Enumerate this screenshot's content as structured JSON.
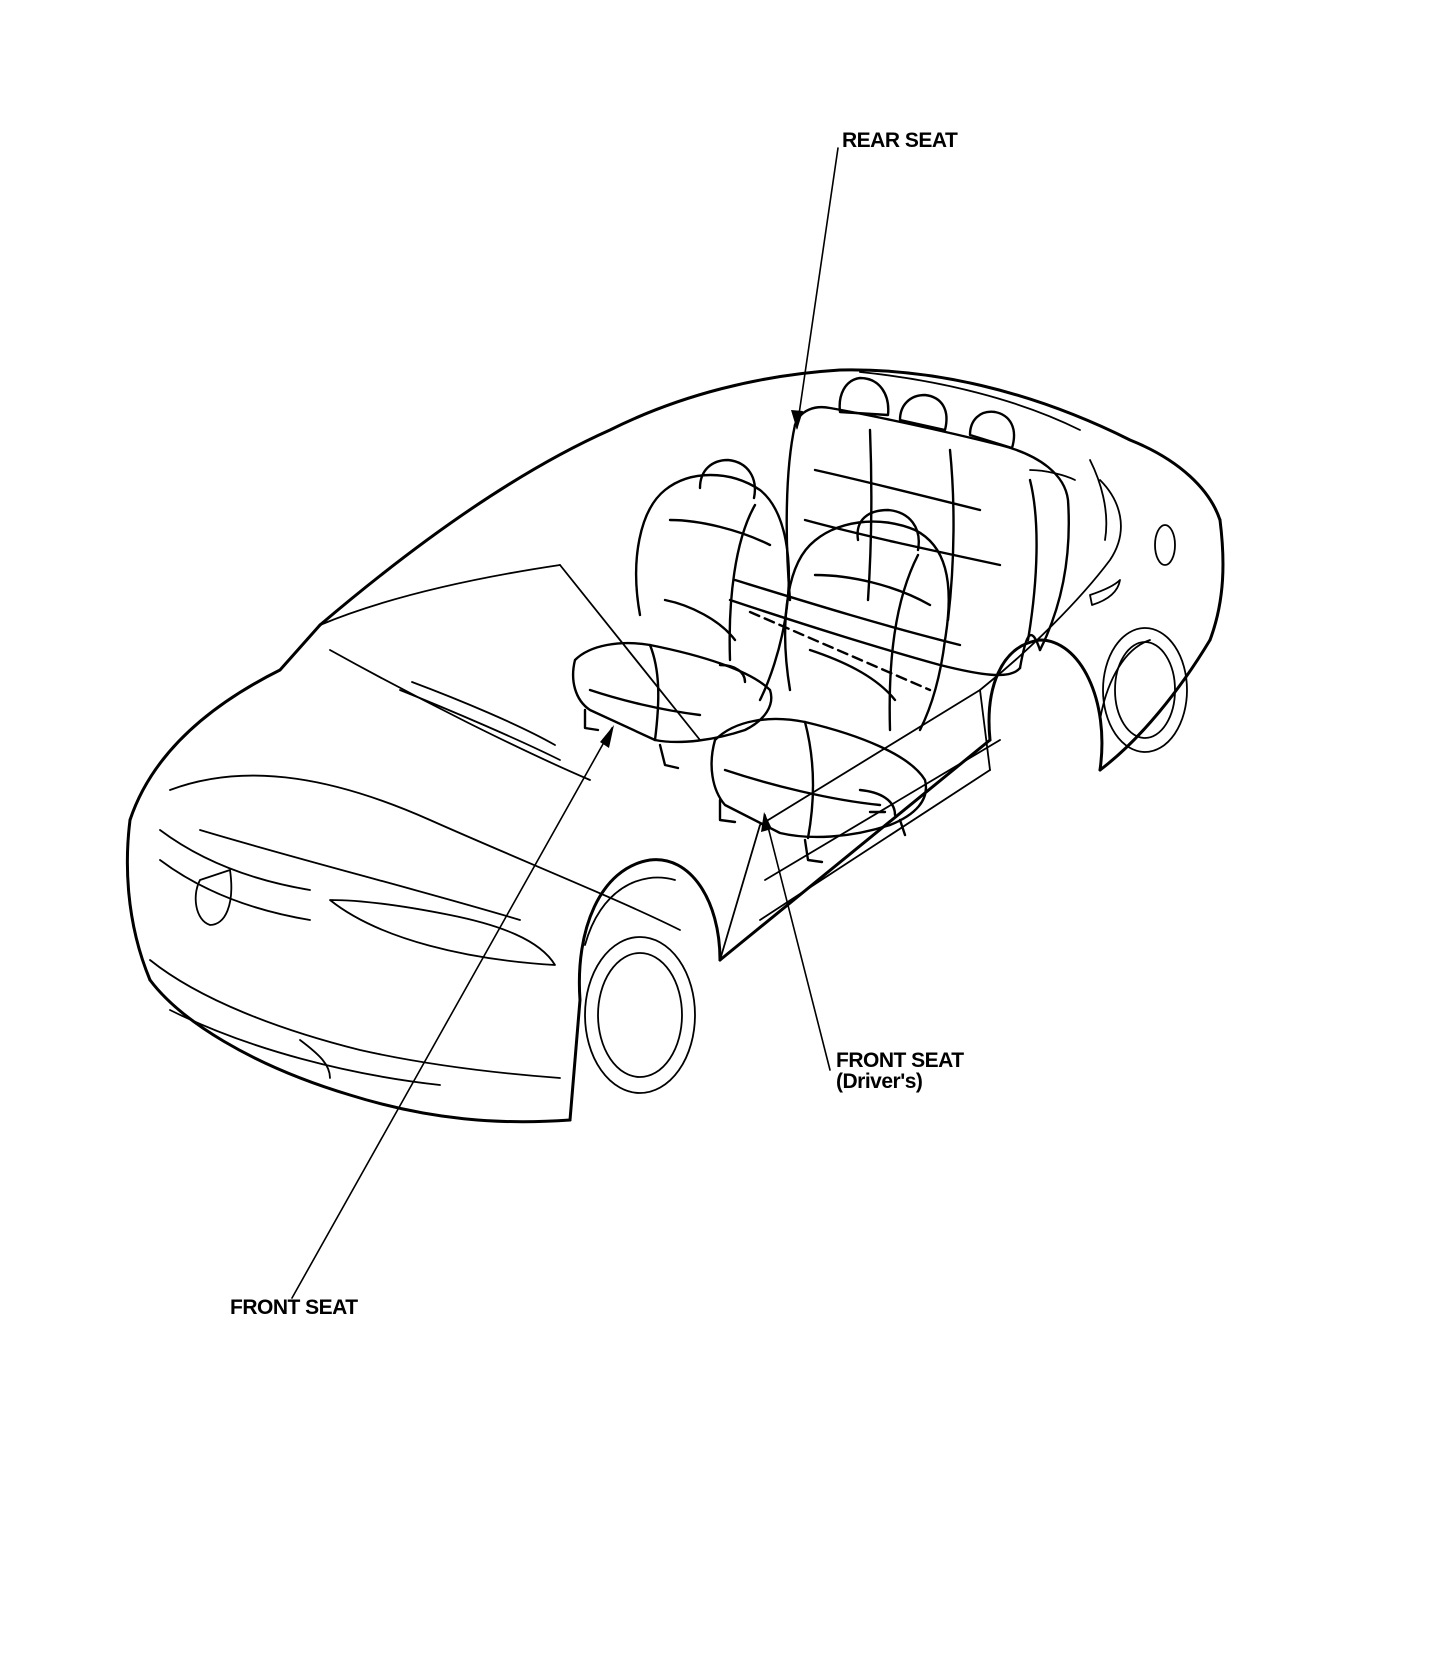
{
  "labels": {
    "rear_seat": "REAR SEAT",
    "front_seat_drivers_line1": "FRONT SEAT",
    "front_seat_drivers_line2": "(Driver's)",
    "front_seat": "FRONT SEAT"
  },
  "colors": {
    "line": "#000000",
    "background": "#ffffff"
  }
}
